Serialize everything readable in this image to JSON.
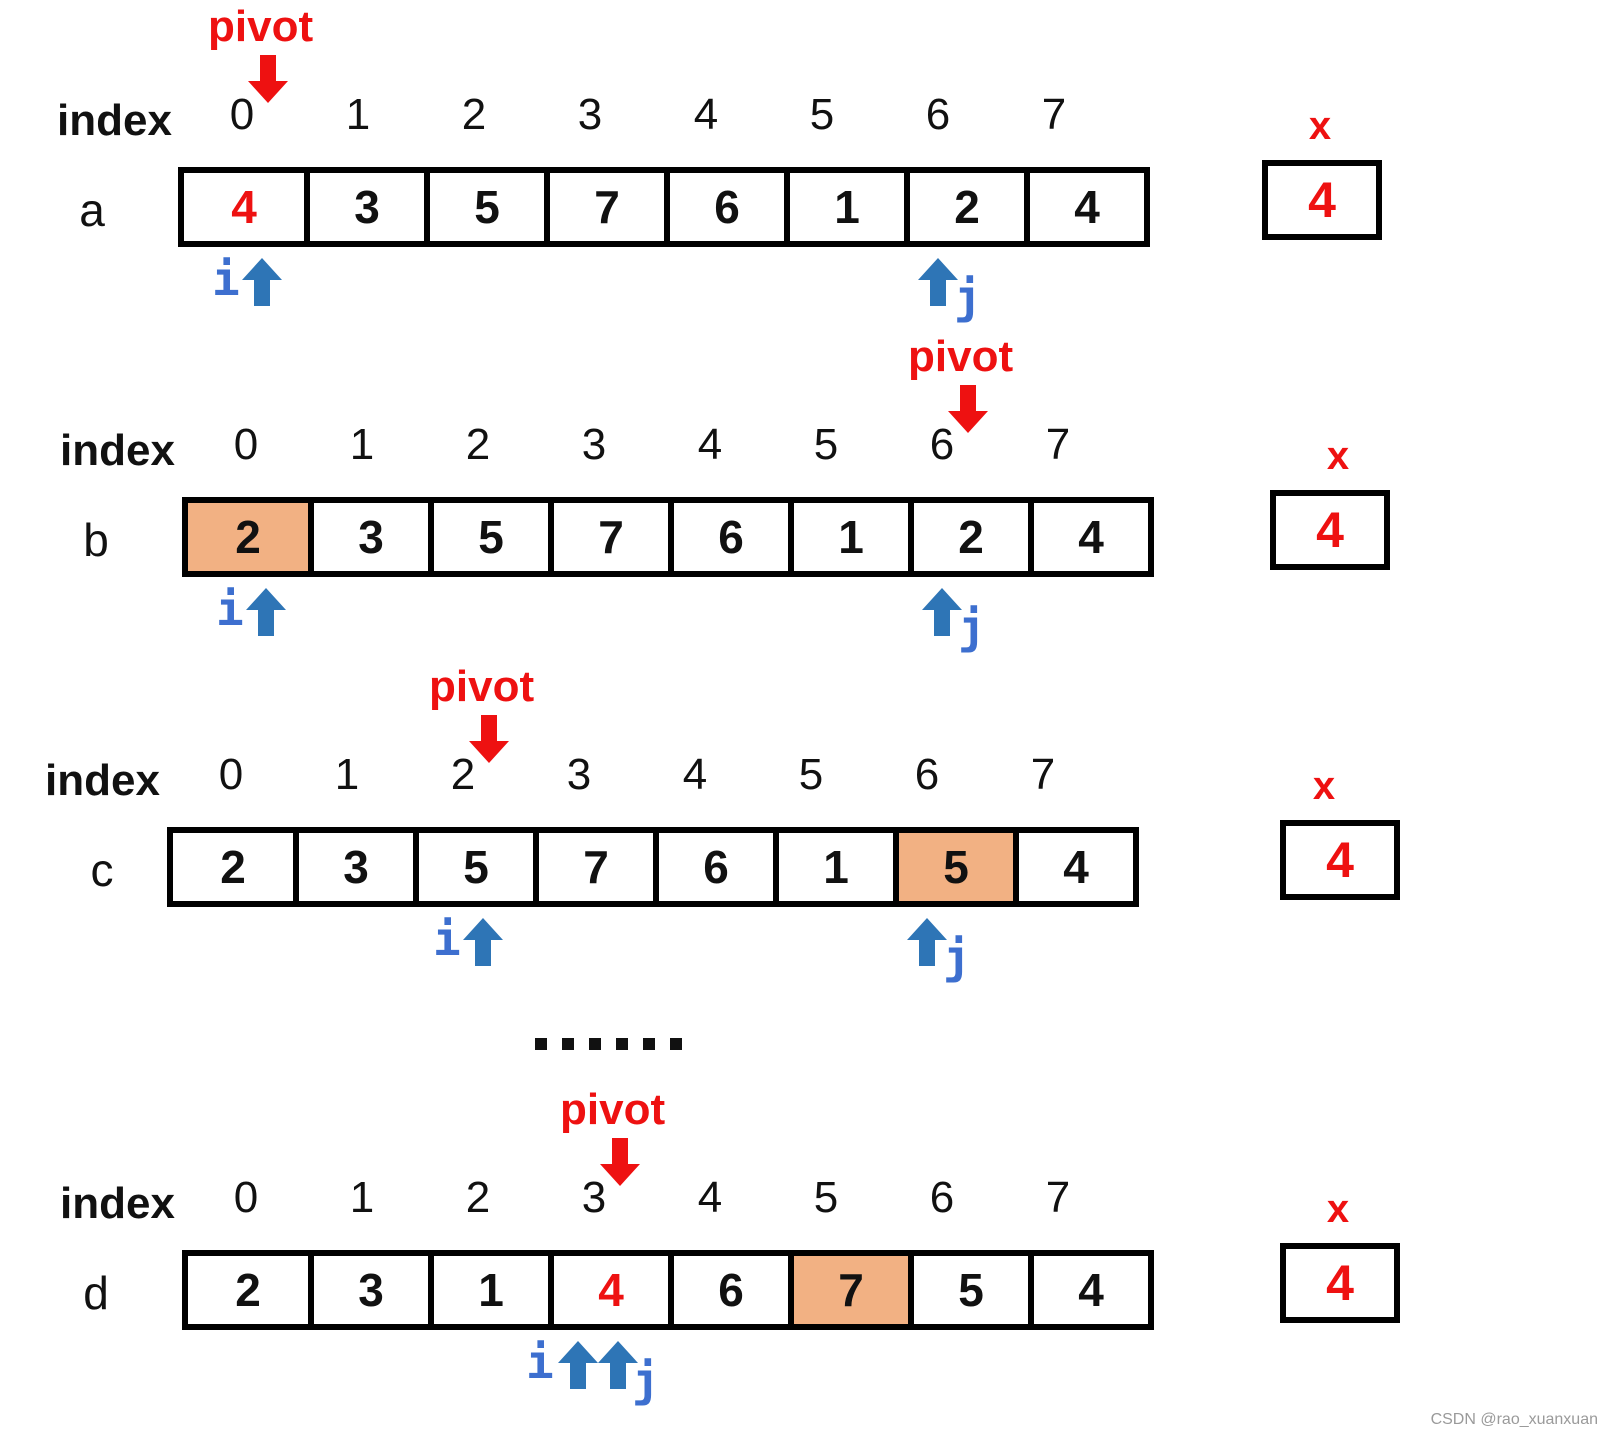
{
  "colors": {
    "pivot": "#ee1111",
    "pointer": "#2e75b6",
    "pointer_text": "#3d6fcf",
    "highlight": "#f2b183",
    "border": "#000000"
  },
  "index_label": "index",
  "indices": [
    "0",
    "1",
    "2",
    "3",
    "4",
    "5",
    "6",
    "7"
  ],
  "pivot_label": "pivot",
  "i_label": "i",
  "j_label": "j",
  "x_label": "x",
  "x_value": "4",
  "panels": [
    {
      "label": "a",
      "cells": [
        "4",
        "3",
        "5",
        "7",
        "6",
        "1",
        "2",
        "4"
      ],
      "highlight_cells": [],
      "red_cells": [
        0
      ],
      "pivot_index": 0,
      "i_index": 0,
      "j_index": 6
    },
    {
      "label": "b",
      "cells": [
        "2",
        "3",
        "5",
        "7",
        "6",
        "1",
        "2",
        "4"
      ],
      "highlight_cells": [
        0
      ],
      "red_cells": [],
      "pivot_index": 6,
      "i_index": 0,
      "j_index": 6
    },
    {
      "label": "c",
      "cells": [
        "2",
        "3",
        "5",
        "7",
        "6",
        "1",
        "5",
        "4"
      ],
      "highlight_cells": [
        6
      ],
      "red_cells": [],
      "pivot_index": 2,
      "i_index": 2,
      "j_index": 6
    },
    {
      "label": "d",
      "cells": [
        "2",
        "3",
        "1",
        "4",
        "6",
        "7",
        "5",
        "4"
      ],
      "highlight_cells": [
        5
      ],
      "red_cells": [
        3
      ],
      "pivot_index": 3,
      "i_index": 3,
      "j_index": 3
    }
  ],
  "ellipsis_dots": 6,
  "watermark": "CSDN @rao_xuanxuan"
}
